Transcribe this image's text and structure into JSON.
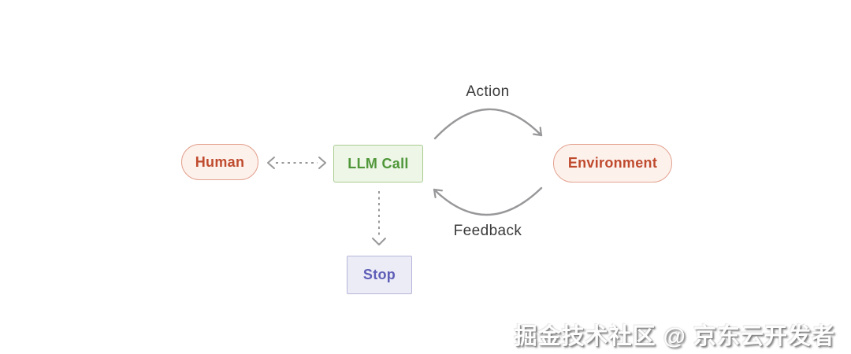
{
  "diagram": {
    "nodes": {
      "human": {
        "label": "Human",
        "shape": "pill",
        "text_color": "#bf4a2d",
        "bg": "#fdf1ec",
        "border": "#e3a28f"
      },
      "llm_call": {
        "label": "LLM Call",
        "shape": "rect",
        "text_color": "#4f9739",
        "bg": "#eef6e8",
        "border": "#a9cb8f"
      },
      "environment": {
        "label": "Environment",
        "shape": "pill",
        "text_color": "#bf4a2d",
        "bg": "#fdf1ec",
        "border": "#e3a28f"
      },
      "stop": {
        "label": "Stop",
        "shape": "rect",
        "text_color": "#5e5eb7",
        "bg": "#ececf7",
        "border": "#b5b5da"
      }
    },
    "edges": {
      "action": {
        "label": "Action",
        "from": "llm_call",
        "to": "environment",
        "style": "curved-solid-arrow"
      },
      "feedback": {
        "label": "Feedback",
        "from": "environment",
        "to": "llm_call",
        "style": "curved-solid-arrow"
      },
      "human_llm": {
        "from": "human",
        "to": "llm_call",
        "style": "dashed-bidirectional-arrow"
      },
      "llm_stop": {
        "from": "llm_call",
        "to": "stop",
        "style": "dashed-arrow"
      }
    },
    "arrow_color": "#98989a",
    "edge_label_color": "#3a3a3a",
    "background": "#ffffff"
  },
  "watermark": {
    "text": "掘金技术社区 @ 京东云开发者"
  }
}
